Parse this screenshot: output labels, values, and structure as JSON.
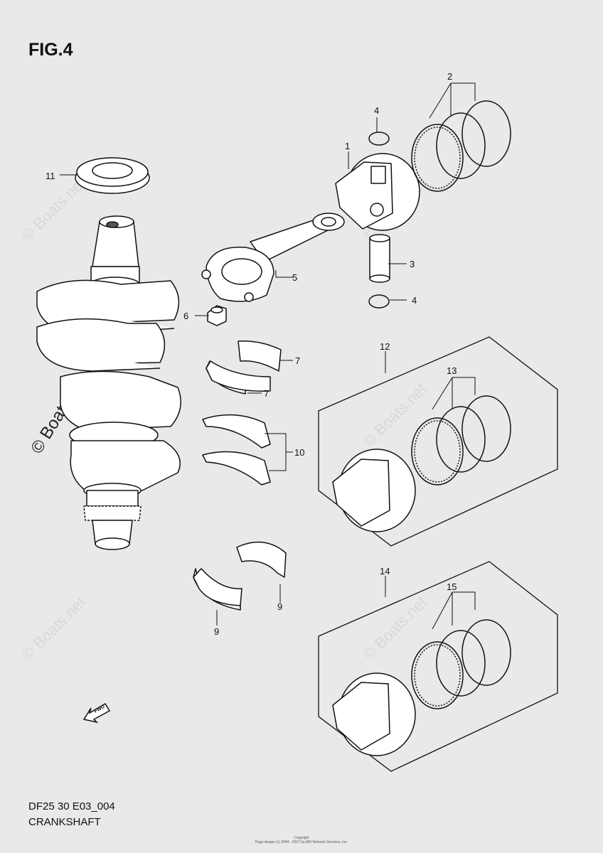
{
  "figure_title": "FIG.4",
  "diagram_code": "DF25 30 E03_004",
  "diagram_name": "CRANKSHAFT",
  "watermark": "© Boats.net",
  "fwd_label": "FWD",
  "copyright_line1": "Copyright",
  "copyright_line2": "Page design (c) 2004 - 2017 by ARI Network Services, Inc.",
  "callouts": {
    "c1": "1",
    "c2": "2",
    "c3": "3",
    "c4a": "4",
    "c4b": "4",
    "c5": "5",
    "c6": "6",
    "c7a": "7",
    "c7b": "7",
    "c9a": "9",
    "c9b": "9",
    "c10": "10",
    "c11": "11",
    "c12": "12",
    "c13": "13",
    "c14": "14",
    "c15": "15"
  }
}
